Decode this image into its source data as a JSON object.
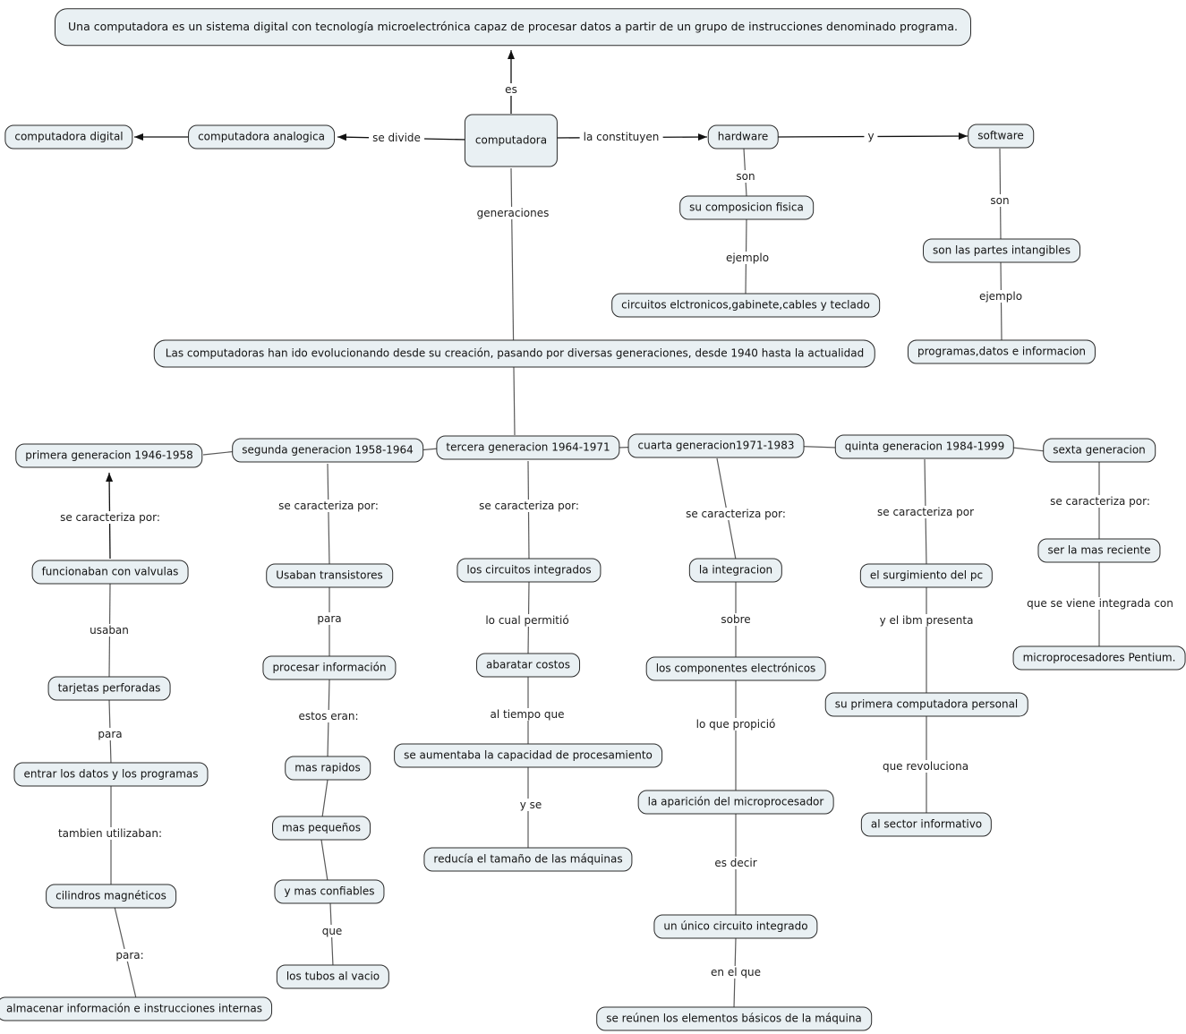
{
  "colors": {
    "node_fill": "#e9f0f3",
    "node_border": "#2b2b2b",
    "line": "#5a5a5a",
    "arrow": "#111111"
  },
  "concept_map": {
    "definition": "Una computadora es un sistema digital con tecnología microelectrónica capaz de procesar datos a partir de un grupo de instrucciones denominado programa.",
    "center": "computadora",
    "links": {
      "es": "es",
      "se_divide": "se divide",
      "la_constituyen": "la constituyen",
      "y": "y",
      "generaciones": "generaciones"
    },
    "tipos": {
      "analogica": "computadora analogica",
      "digital": "computadora digital"
    },
    "hardware": {
      "title": "hardware",
      "son": "son",
      "composicion": "su composicion fisica",
      "ejemplo": "ejemplo",
      "ejemplos": "circuitos elctronicos,gabinete,cables y teclado"
    },
    "software": {
      "title": "software",
      "son": "son",
      "partes": "son las partes intangibles",
      "ejemplo": "ejemplo",
      "ejemplos": "programas,datos e informacion"
    },
    "evolucion": "Las computadoras han ido evolucionando desde su creación, pasando por diversas generaciones, desde 1940 hasta la actualidad",
    "gen1": {
      "title": "primera generacion 1946-1958",
      "caracteriza": "se caracteriza por:",
      "valvulas": "funcionaban con valvulas",
      "usaban": "usaban",
      "tarjetas": "tarjetas perforadas",
      "para": "para",
      "entrar": "entrar los datos y los programas",
      "tambien": "tambien utilizaban:",
      "cilindros": "cilindros magnéticos",
      "para2": "para:",
      "almacenar": "almacenar información e instrucciones internas"
    },
    "gen2": {
      "title": "segunda generacion 1958-1964",
      "caracteriza": "se caracteriza por:",
      "transistores": "Usaban transistores",
      "para": "para",
      "procesar": "procesar información",
      "estos_eran": "estos eran:",
      "rapidos": "mas rapidos",
      "pequenos": "mas pequeños",
      "confiables": "y mas confiables",
      "que": "que",
      "tubos": "los tubos al vacio"
    },
    "gen3": {
      "title": "tercera generacion 1964-1971",
      "caracteriza": "se caracteriza por:",
      "integrados": "los circuitos integrados",
      "permitio": "lo cual permitió",
      "abaratar": "abaratar costos",
      "al_tiempo": "al tiempo que",
      "capacidad": "se aumentaba la capacidad de procesamiento",
      "y_se": "y se",
      "reducia": "reducía el tamaño de las máquinas"
    },
    "gen4": {
      "title": "cuarta generacion1971-1983",
      "caracteriza": "se caracteriza por:",
      "integracion": "la integracion",
      "sobre": "sobre",
      "componentes": "los componentes electrónicos",
      "propicio": "lo que propició",
      "microprocesador": "la aparición del microprocesador",
      "es_decir": "es decir",
      "unico": "un único circuito integrado",
      "en_el_que": "en el que",
      "reunen": "se reúnen los elementos básicos de la máquina"
    },
    "gen5": {
      "title": "quinta generacion 1984-1999",
      "caracteriza": "se caracteriza por",
      "surgimiento": "el surgimiento del pc",
      "ibm": "y el ibm presenta",
      "personal": "su primera computadora personal",
      "revoluciona": "que revoluciona",
      "sector": "al sector informativo"
    },
    "gen6": {
      "title": "sexta generacion",
      "caracteriza": "se caracteriza por:",
      "reciente": "ser la mas reciente",
      "integrada": "que se viene integrada con",
      "pentium": "microprocesadores Pentium."
    }
  }
}
